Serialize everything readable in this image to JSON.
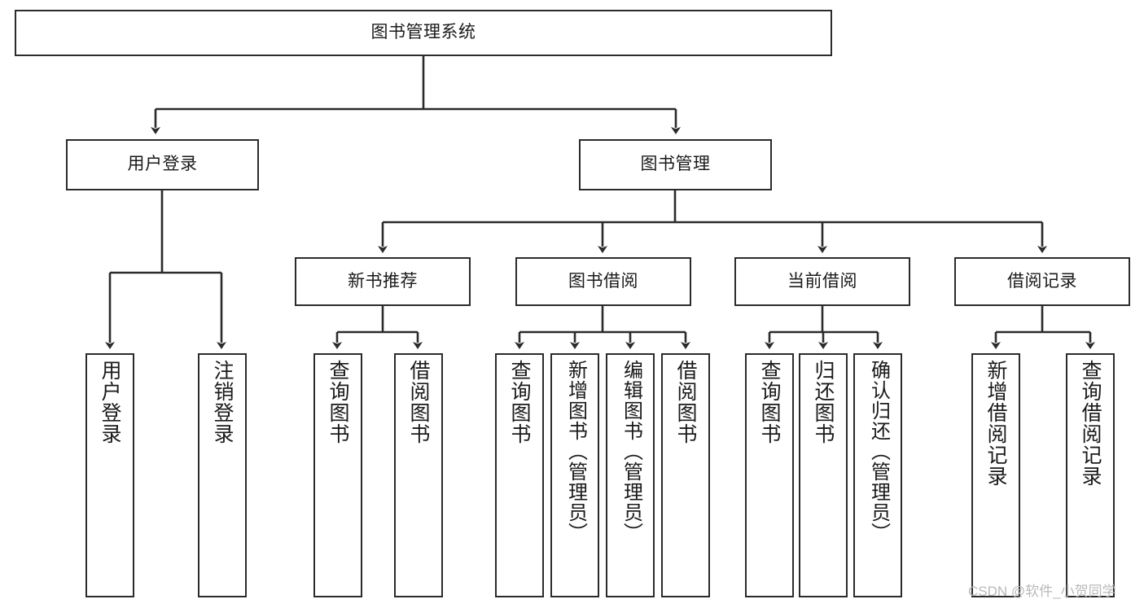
{
  "diagram": {
    "title": "图书管理系统",
    "type": "tree-hierarchy-diagram",
    "colors": {
      "box_border": "#2b2b2b",
      "box_fill": "#ffffff",
      "edge": "#2b2b2b",
      "text": "#1a1a1a",
      "watermark": "#b9b9b9"
    },
    "root": {
      "label": "图书管理系统"
    },
    "level2": [
      {
        "label": "用户登录"
      },
      {
        "label": "图书管理"
      }
    ],
    "level3": [
      {
        "label": "新书推荐"
      },
      {
        "label": "图书借阅"
      },
      {
        "label": "当前借阅"
      },
      {
        "label": "借阅记录"
      }
    ],
    "leaves": {
      "user_login": [
        {
          "label": "用户登录"
        },
        {
          "label": "注销登录"
        }
      ],
      "new_book": [
        {
          "label": "查询图书"
        },
        {
          "label": "借阅图书"
        }
      ],
      "book_borrow": [
        {
          "label": "查询图书"
        },
        {
          "label": "新增图书（管理员）"
        },
        {
          "label": "编辑图书（管理员）"
        },
        {
          "label": "借阅图书"
        }
      ],
      "current_borrow": [
        {
          "label": "查询图书"
        },
        {
          "label": "归还图书"
        },
        {
          "label": "确认归还（管理员）"
        }
      ],
      "borrow_record": [
        {
          "label": "新增借阅记录"
        },
        {
          "label": "查询借阅记录"
        }
      ]
    }
  },
  "watermark": {
    "text": "CSDN @软件_小贺同学"
  }
}
